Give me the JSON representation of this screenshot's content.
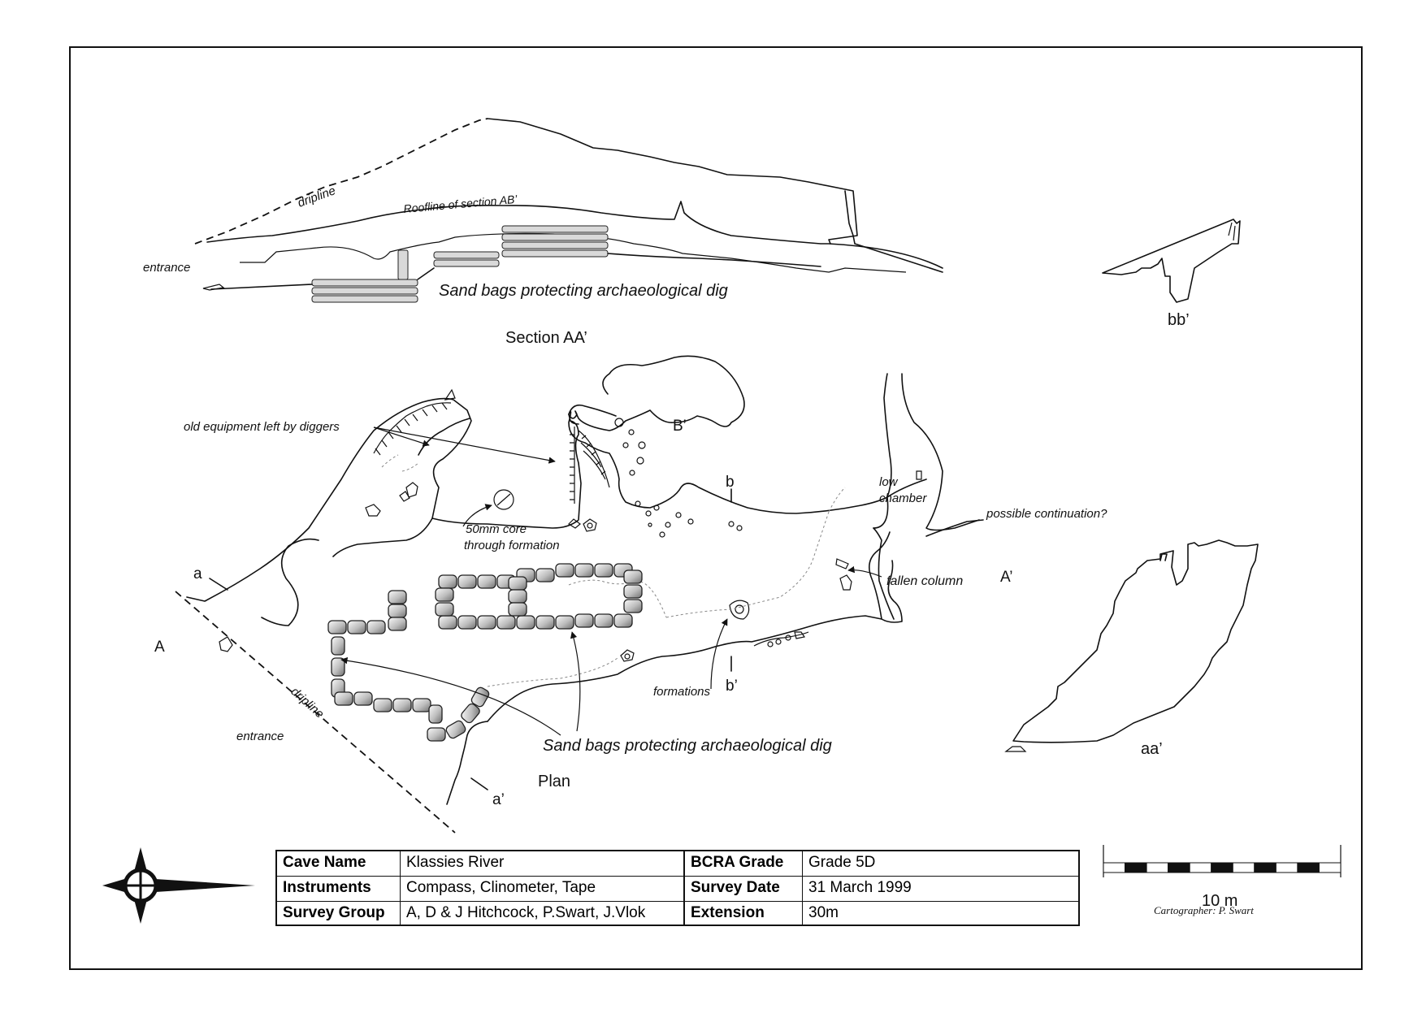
{
  "section_view": {
    "dripline_label": "dripline",
    "roofline_label": "Roofline of section AB’",
    "entrance_label": "entrance",
    "sandbags_label": "Sand bags protecting archaeological dig",
    "title": "Section AA’"
  },
  "bb_section": {
    "label": "bb’"
  },
  "plan_view": {
    "old_equipment_label": "old equipment left by diggers",
    "core_label_line1": "50mm core",
    "core_label_line2": "through formation",
    "label_B_prime": "B’",
    "label_b": "b",
    "label_b_prime": "b’",
    "low_chamber_line1": "low",
    "low_chamber_line2": "chamber",
    "possible_continuation_label": "possible continuation?",
    "fallen_column_label": "fallen column",
    "label_A_prime": "A’",
    "label_A": "A",
    "label_a": "a",
    "label_a_prime": "a’",
    "dripline_label": "dripline",
    "entrance_label": "entrance",
    "formations_label": "formations",
    "sandbags_label": "Sand bags protecting archaeological dig",
    "title": "Plan"
  },
  "aa_section": {
    "label": "aa’"
  },
  "compass": {
    "icon": "compass-rose-icon"
  },
  "info_table": {
    "rows": [
      {
        "key1": "Cave Name",
        "val1": "Klassies River",
        "key2": "BCRA Grade",
        "val2": "Grade 5D"
      },
      {
        "key1": "Instruments",
        "val1": "Compass, Clinometer, Tape",
        "key2": "Survey Date",
        "val2": "31 March 1999"
      },
      {
        "key1": "Survey Group",
        "val1": "A, D & J Hitchcock, P.Swart, J.Vlok",
        "key2": "Extension",
        "val2": "30m"
      }
    ]
  },
  "scale_bar": {
    "label": "10 m"
  },
  "cartographer": "Cartographer: P. Swart"
}
